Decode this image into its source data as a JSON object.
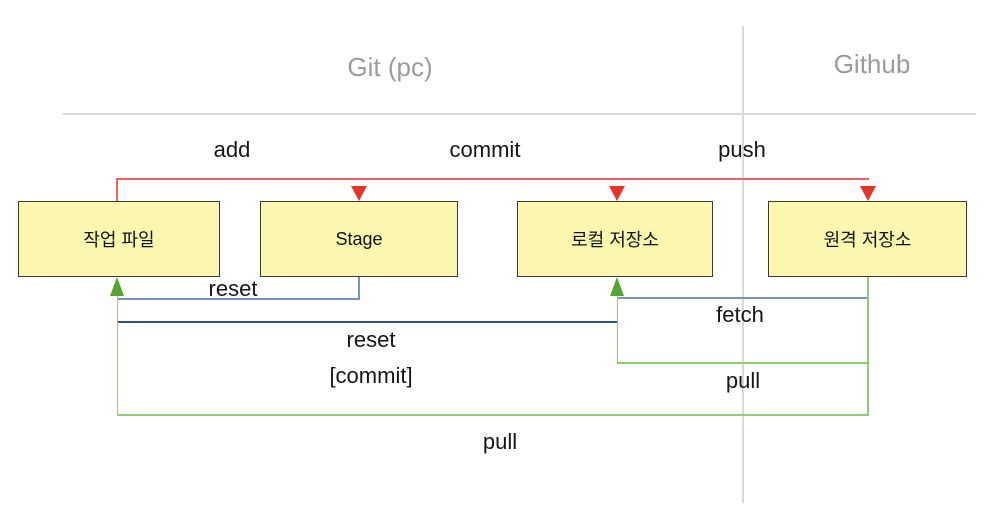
{
  "header": {
    "left_section": "Git (pc)",
    "right_section": "Github"
  },
  "nodes": [
    {
      "id": "working-files",
      "label": "작업 파일"
    },
    {
      "id": "stage",
      "label": "Stage"
    },
    {
      "id": "local-repo",
      "label": "로컬 저장소"
    },
    {
      "id": "remote-repo",
      "label": "원격 저장소"
    }
  ],
  "edges": [
    {
      "id": "add",
      "label": "add",
      "from": "working-files",
      "to": "stage",
      "color": "red"
    },
    {
      "id": "commit",
      "label": "commit",
      "from": "stage",
      "to": "local-repo",
      "color": "red"
    },
    {
      "id": "push",
      "label": "push",
      "from": "local-repo",
      "to": "remote-repo",
      "color": "red"
    },
    {
      "id": "reset-stage",
      "label": "reset",
      "from": "stage",
      "to": "working-files",
      "color": "blue-light"
    },
    {
      "id": "fetch",
      "label": "fetch",
      "from": "remote-repo",
      "to": "local-repo",
      "color": "blue-light"
    },
    {
      "id": "reset-commit",
      "label": "reset",
      "label_line2": "[commit]",
      "from": "local-repo",
      "to": "working-files",
      "color": "blue-dark"
    },
    {
      "id": "pull-to-local",
      "label": "pull",
      "from": "remote-repo",
      "to": "local-repo",
      "color": "green"
    },
    {
      "id": "pull-to-working",
      "label": "pull",
      "from": "remote-repo",
      "to": "working-files",
      "color": "green"
    }
  ],
  "colors": {
    "red-line": "#f26060",
    "red-arrow": "#e53528",
    "blue-light": "#7b91c3",
    "blue-dark": "#30508f",
    "green-line": "#93c977",
    "green-arrow": "#55a630",
    "box-fill": "#fcf7ae",
    "box-border": "#3a3a3a",
    "header-text": "#9b9b9b",
    "divider": "#d9d9d9",
    "label-text": "#161616"
  }
}
